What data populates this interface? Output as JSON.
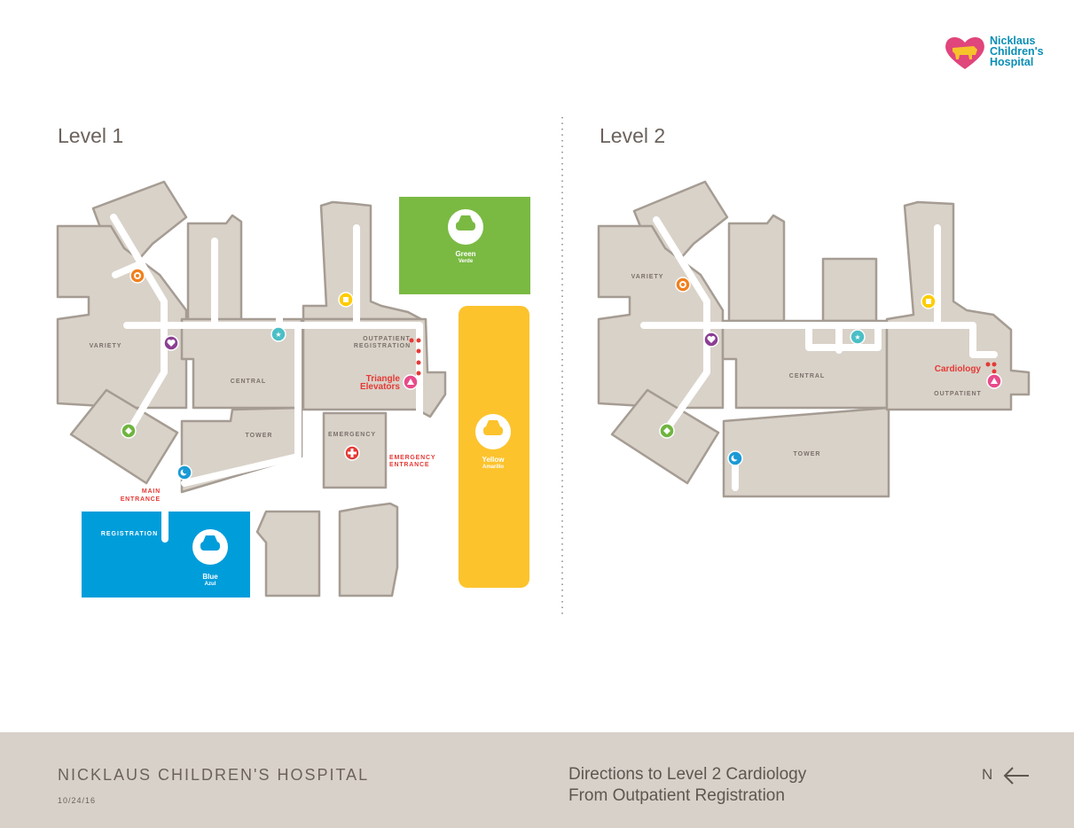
{
  "logo": {
    "line1": "Nicklaus",
    "line2": "Children's",
    "line3": "Hospital"
  },
  "level1": {
    "title": "Level 1",
    "buildings": {
      "variety": "VARIETY",
      "central": "CENTRAL",
      "tower": "TOWER",
      "emergency": "EMERGENCY"
    },
    "outpatient_registration": [
      "OUTPATIENT",
      "REGISTRATION"
    ],
    "triangle_elevators": [
      "Triangle",
      "Elevators"
    ],
    "emergency_entrance": [
      "EMERGENCY",
      "ENTRANCE"
    ],
    "main_entrance": [
      "MAIN",
      "ENTRANCE"
    ],
    "registration": "REGISTRATION",
    "parking": {
      "green": {
        "label": "Green",
        "sub": "Verde",
        "color": "#7aba43"
      },
      "yellow": {
        "label": "Yellow",
        "sub": "Amarillo",
        "color": "#fcc32d"
      },
      "blue": {
        "label": "Blue",
        "sub": "Azul",
        "color": "#009ddb"
      }
    }
  },
  "level2": {
    "title": "Level 2",
    "buildings": {
      "variety": "VARIETY",
      "central": "CENTRAL",
      "tower": "TOWER",
      "outpatient": "OUTPATIENT"
    },
    "destination": "Cardiology"
  },
  "colors": {
    "orange": "#f0801f",
    "purple": "#8b3f93",
    "green": "#6fb43f",
    "teal": "#4bbfc6",
    "yellow": "#ffcc00",
    "pink": "#e84a8a",
    "red": "#e53935",
    "blue": "#1a9ad6"
  },
  "footer": {
    "hospital": "NICKLAUS CHILDREN'S HOSPITAL",
    "date": "10/24/16",
    "directions_line1": "Directions to Level 2 Cardiology",
    "directions_line2": "From Outpatient Registration",
    "north": "N"
  }
}
